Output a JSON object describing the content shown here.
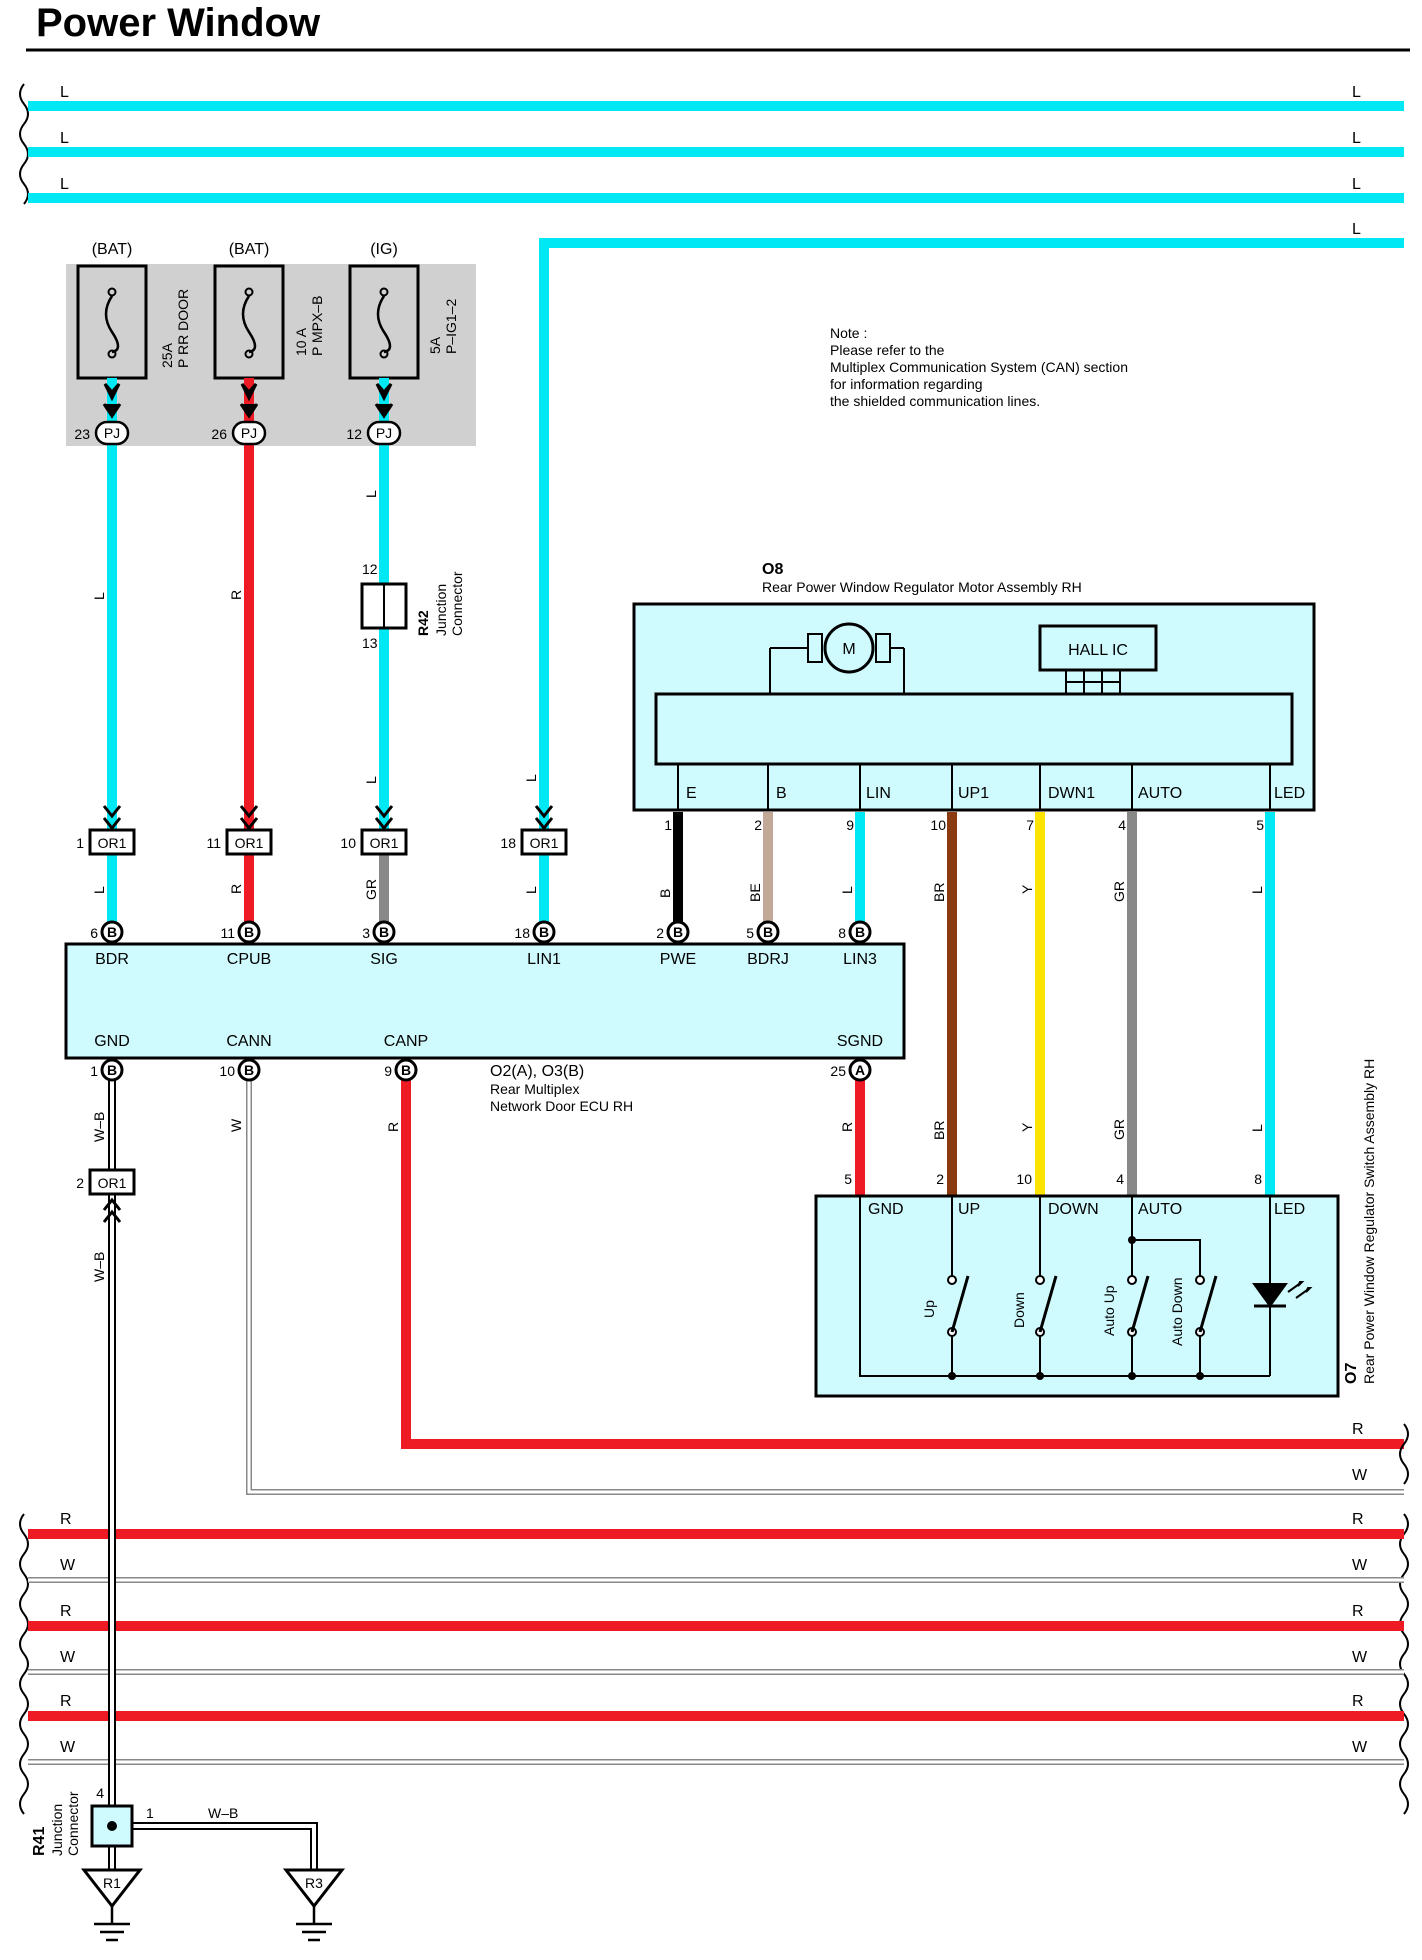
{
  "title": "Power Window",
  "colors": {
    "L": "#00e8f4",
    "R": "#ee1b24",
    "W": "#ffffff",
    "B": "#000000",
    "BE": "#c2a897",
    "BR": "#8b3a11",
    "Y": "#fce300",
    "GR": "#888888",
    "ecu_fill": "#cffbff",
    "fuse_box": "#d0d0d0"
  },
  "note": {
    "lines": [
      "Note :",
      "Please refer to the",
      "Multiplex Communication System (CAN) section",
      "for information regarding",
      "the shielded communication lines."
    ]
  },
  "bus_lines": {
    "top": [
      "L",
      "L",
      "L",
      "L"
    ],
    "bottom_pairs": [
      [
        "R",
        "W"
      ],
      [
        "R",
        "W"
      ],
      [
        "R",
        "W"
      ],
      [
        "R",
        "W"
      ]
    ]
  },
  "fuses": [
    {
      "source": "(BAT)",
      "rating": "25A",
      "name": "P RR DOOR",
      "pin": "23",
      "conn": "PJ",
      "wire": "L"
    },
    {
      "source": "(BAT)",
      "rating": "10 A",
      "name": "P MPX–B",
      "pin": "26",
      "conn": "PJ",
      "wire": "R"
    },
    {
      "source": "(IG)",
      "rating": "5A",
      "name": "P–IG1–2",
      "pin": "12",
      "conn": "PJ",
      "wire": "L"
    }
  ],
  "r42": {
    "id": "R42",
    "name1": "Junction",
    "name2": "Connector",
    "pin_top": "12",
    "pin_bottom": "13",
    "wire_below": "L"
  },
  "or1_top": [
    {
      "pin": "1",
      "conn": "OR1",
      "wire": "L"
    },
    {
      "pin": "11",
      "conn": "OR1",
      "wire": "R"
    },
    {
      "pin": "10",
      "conn": "OR1",
      "wire": "GR"
    },
    {
      "pin": "18",
      "conn": "OR1",
      "wire": "L"
    }
  ],
  "lin_wire": "L",
  "ecu": {
    "id": "O2(A), O3(B)",
    "name1": "Rear Multiplex",
    "name2": "Network Door ECU RH",
    "top_pins": [
      {
        "pin": "6",
        "conn": "B",
        "name": "BDR"
      },
      {
        "pin": "11",
        "conn": "B",
        "name": "CPUB"
      },
      {
        "pin": "3",
        "conn": "B",
        "name": "SIG"
      },
      {
        "pin": "18",
        "conn": "B",
        "name": "LIN1"
      },
      {
        "pin": "2",
        "conn": "B",
        "name": "PWE"
      },
      {
        "pin": "5",
        "conn": "B",
        "name": "BDRJ"
      },
      {
        "pin": "8",
        "conn": "B",
        "name": "LIN3"
      }
    ],
    "bottom_pins": [
      {
        "pin": "1",
        "conn": "B",
        "name": "GND",
        "wire": "W–B"
      },
      {
        "pin": "10",
        "conn": "B",
        "name": "CANN",
        "wire": "W"
      },
      {
        "pin": "9",
        "conn": "B",
        "name": "CANP",
        "wire": "R"
      },
      {
        "pin": "25",
        "conn": "A",
        "name": "SGND",
        "wire": "R"
      }
    ]
  },
  "motor": {
    "id": "O8",
    "name": "Rear Power Window Regulator Motor Assembly RH",
    "motor_label": "M",
    "hall_label": "HALL IC",
    "terminals": [
      {
        "name": "E",
        "pin": "1",
        "wire": "B"
      },
      {
        "name": "B",
        "pin": "2",
        "wire": "BE"
      },
      {
        "name": "LIN",
        "pin": "9",
        "wire": "L"
      },
      {
        "name": "UP1",
        "pin": "10",
        "wire": "BR"
      },
      {
        "name": "DWN1",
        "pin": "7",
        "wire": "Y"
      },
      {
        "name": "AUTO",
        "pin": "4",
        "wire": "GR"
      },
      {
        "name": "LED",
        "pin": "5",
        "wire": "L"
      }
    ]
  },
  "switch": {
    "id": "O7",
    "name": "Rear Power Window Regulator Switch Assembly RH",
    "terminals": [
      {
        "name": "GND",
        "pin": "5",
        "wire": "R"
      },
      {
        "name": "UP",
        "pin": "2",
        "wire": "BR"
      },
      {
        "name": "DOWN",
        "pin": "10",
        "wire": "Y"
      },
      {
        "name": "AUTO",
        "pin": "4",
        "wire": "GR"
      },
      {
        "name": "LED",
        "pin": "8",
        "wire": "L"
      }
    ],
    "contacts": [
      "Up",
      "Down",
      "Auto Up",
      "Auto Down"
    ]
  },
  "or1_gnd": {
    "pin": "2",
    "conn": "OR1",
    "wire": "W–B"
  },
  "can_lines": [
    "R",
    "W"
  ],
  "r41": {
    "id": "R41",
    "name1": "Junction",
    "name2": "Connector",
    "pin_left": "4",
    "pin_right": "1",
    "wire": "W–B",
    "grounds": [
      "R1",
      "R3"
    ]
  }
}
